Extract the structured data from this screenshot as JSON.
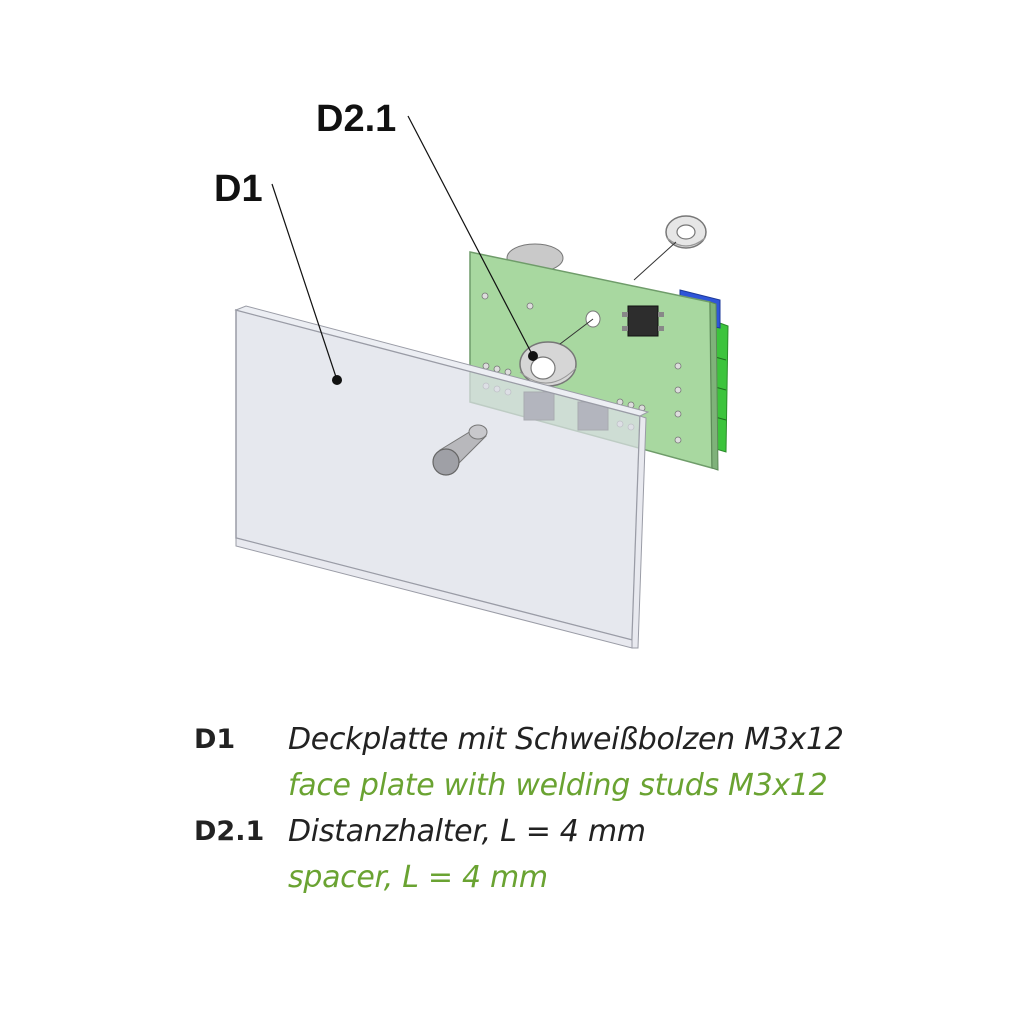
{
  "callouts": {
    "d21": "D2.1",
    "d1": "D1"
  },
  "legend": [
    {
      "code": "D1",
      "de": "Deckplatte mit Schweißbolzen M3x12",
      "en": "face plate with welding studs M3x12"
    },
    {
      "code": "D2.1",
      "de": "Distanzhalter, L = 4 mm",
      "en": "spacer, L = 4 mm"
    }
  ],
  "colors": {
    "pcb": "#a8d8a0",
    "terminal_green": "#3cc43c",
    "terminal_blue": "#2f55d8",
    "plate": "#dcdfe8",
    "english_text": "#6aa332"
  },
  "icons": [
    "spacer-ring",
    "nut",
    "welding-stud",
    "bridge-rectifier",
    "connector"
  ]
}
